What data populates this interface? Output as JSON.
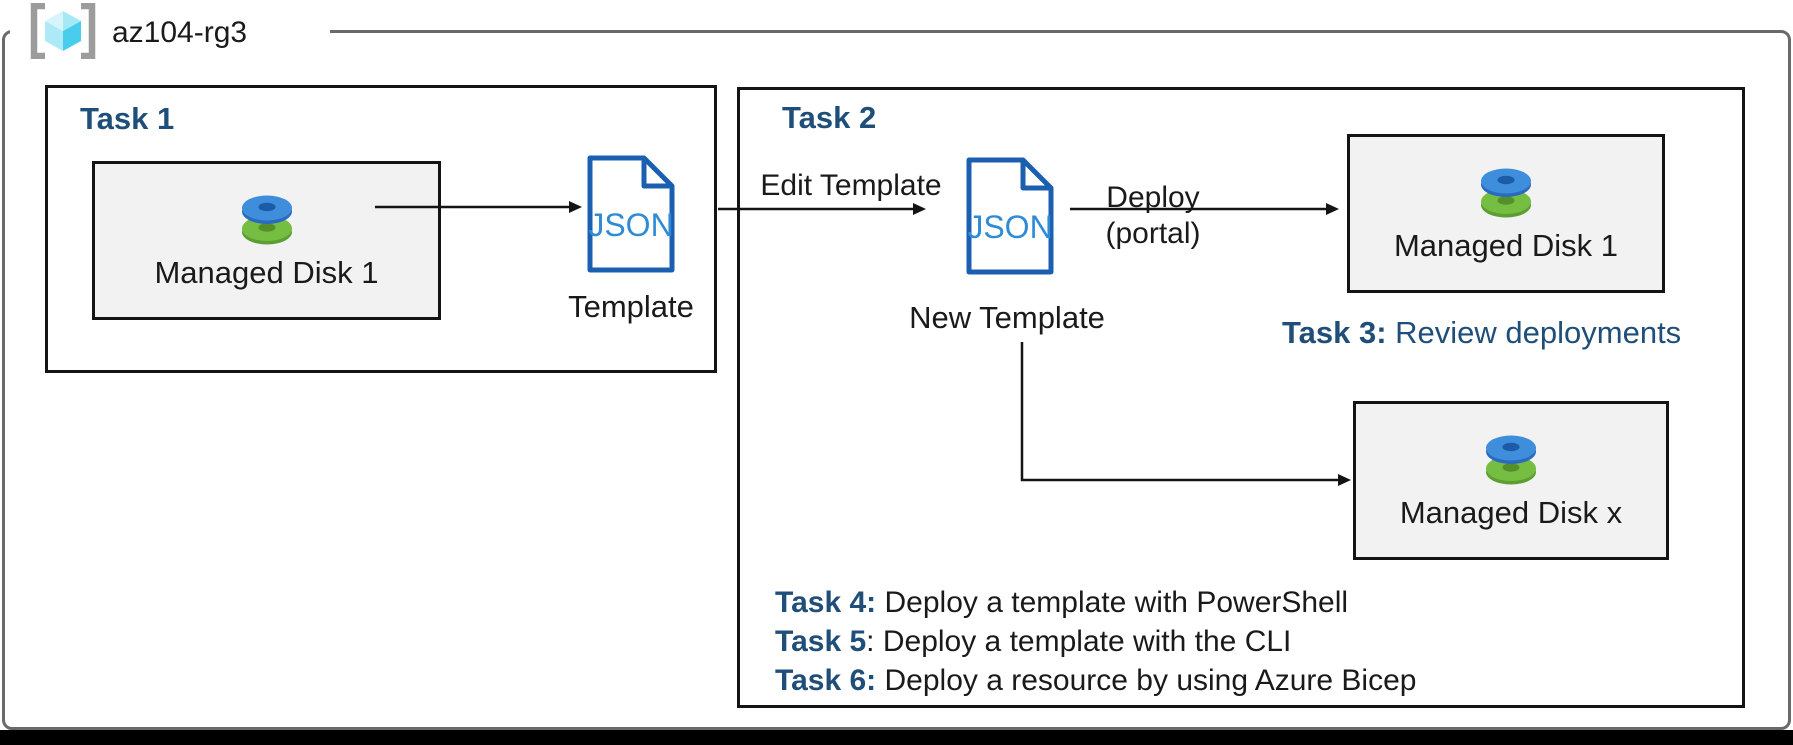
{
  "resource_group": {
    "name": "az104-rg3"
  },
  "task1": {
    "title": "Task 1",
    "disk_box": {
      "label": "Managed Disk 1"
    },
    "json_icon_text": "JSON",
    "template_label": "Template"
  },
  "task2": {
    "title": "Task 2",
    "edit_template_label": "Edit Template",
    "json_icon_text": "JSON",
    "new_template_label": "New Template",
    "deploy_label_line1": "Deploy",
    "deploy_label_line2": "(portal)",
    "disk_box_1": {
      "label": "Managed Disk 1"
    },
    "task3": {
      "prefix": "Task 3:",
      "text": " Review deployments"
    },
    "disk_box_x": {
      "label": "Managed Disk x"
    },
    "tasks": [
      {
        "prefix": "Task 4:",
        "text": " Deploy a template with PowerShell"
      },
      {
        "prefix": "Task 5",
        "text": ": Deploy a template with the CLI"
      },
      {
        "prefix": "Task 6:",
        "text": " Deploy a resource by using Azure Bicep"
      }
    ]
  },
  "colors": {
    "task_heading_blue": "#1f4e79",
    "json_icon_border": "#1b5fb0",
    "json_icon_text": "#2e8bd6",
    "disk_blue": "#3f8edc",
    "disk_green": "#76be41",
    "disk_box_fill": "#f2f2f2",
    "rg_border_gray": "#6a6a6a",
    "bracket_gray": "#9c9c9c",
    "connector_black": "#141414"
  }
}
